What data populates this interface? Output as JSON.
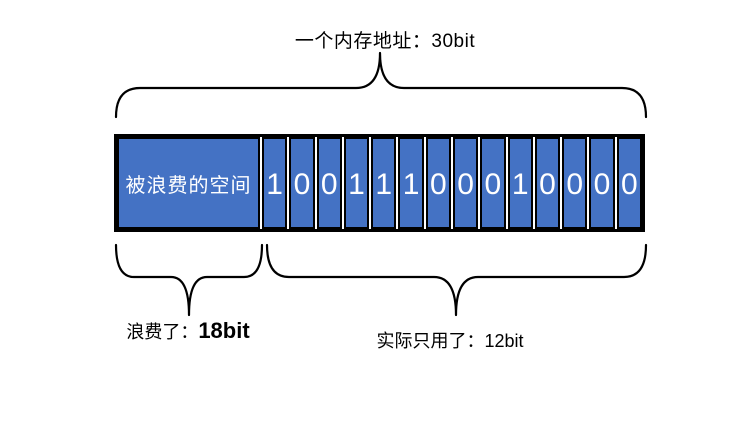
{
  "diagram": {
    "top_label": "一个内存地址：30bit",
    "bar": {
      "wasted_cell": "被浪费的空间",
      "bits": [
        "1",
        "0",
        "0",
        "1",
        "1",
        "1",
        "0",
        "0",
        "0",
        "1",
        "0",
        "0",
        "0",
        "0"
      ]
    },
    "bottom_left_label": {
      "prefix": "浪费了：",
      "value": "18bit"
    },
    "bottom_right_label": "实际只用了：12bit",
    "colors": {
      "cell_fill": "#4472C4",
      "border": "#000000",
      "cell_text": "#FFFFFF",
      "label_text": "#000000"
    }
  }
}
